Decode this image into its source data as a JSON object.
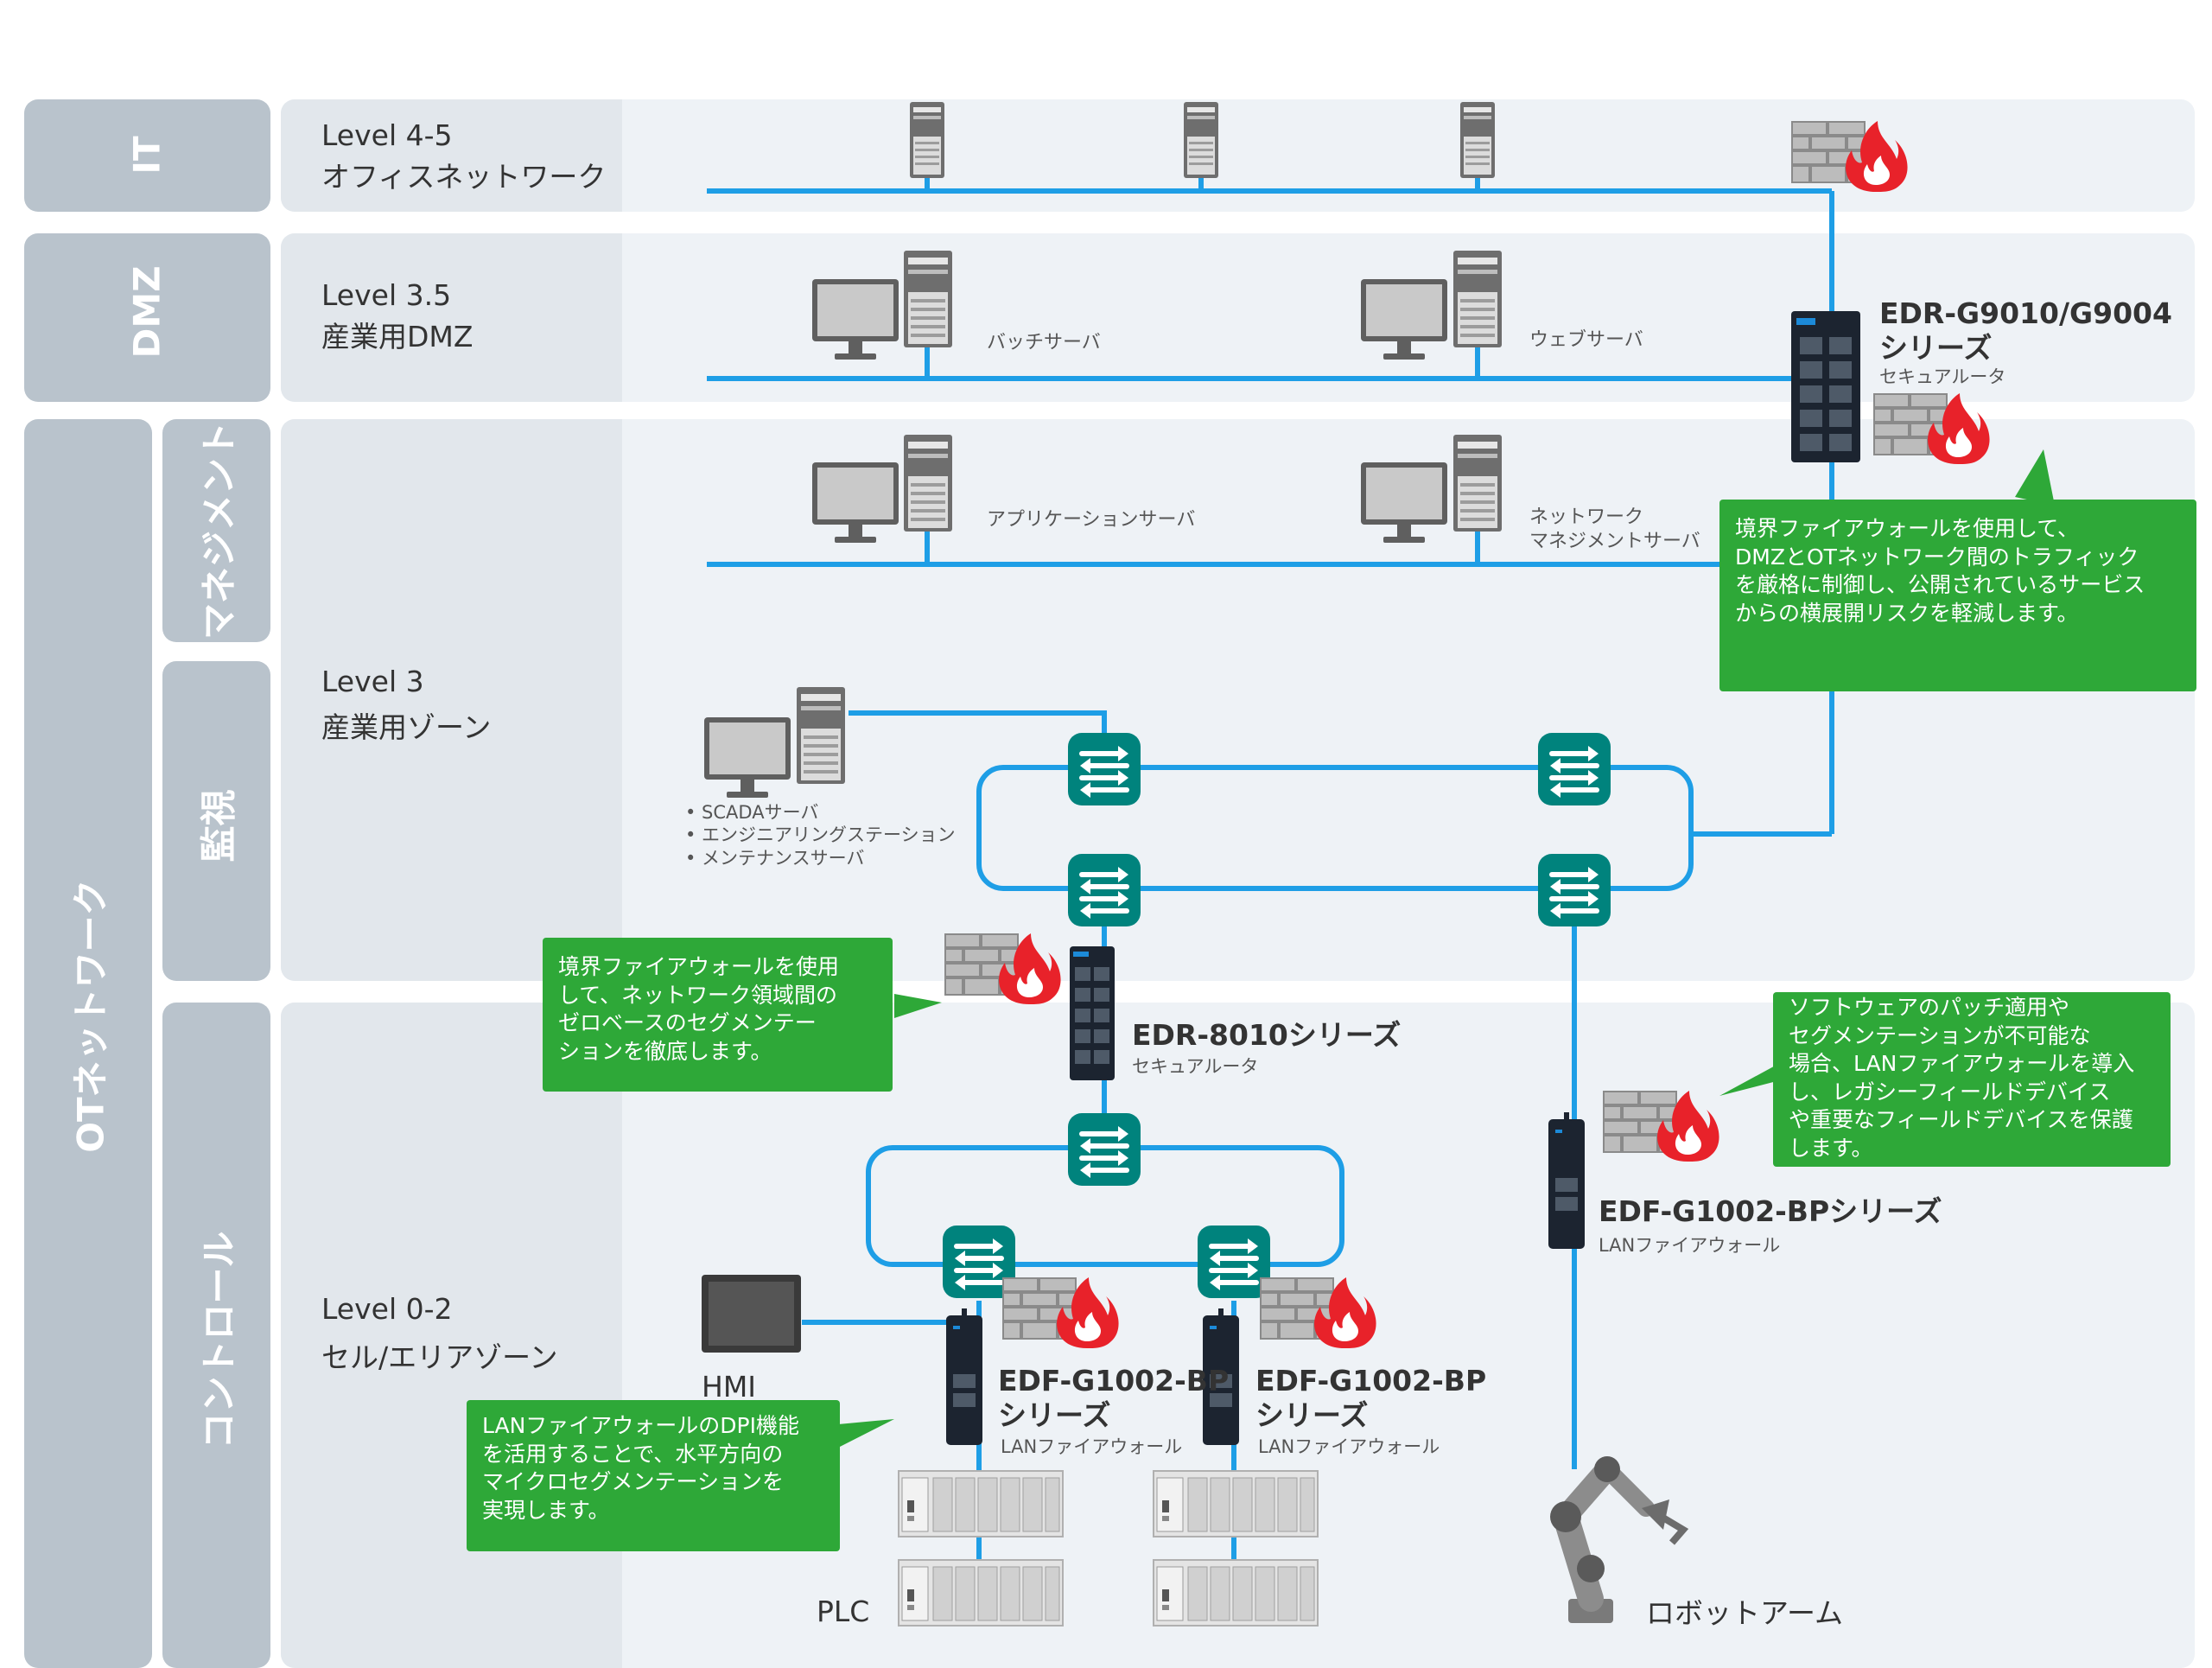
{
  "side": {
    "it": "IT",
    "dmz": "DMZ",
    "ot": "OTネットワーク",
    "management": "マネジメント",
    "monitoring": "監視",
    "control": "コントロール"
  },
  "levels": {
    "l45": {
      "line1": "Level 4-5",
      "line2": "オフィスネットワーク"
    },
    "l35": {
      "line1": "Level 3.5",
      "line2": "産業用DMZ"
    },
    "l3": {
      "line1": "Level 3",
      "line2": "産業用ゾーン"
    },
    "l02": {
      "line1": "Level 0-2",
      "line2": "セル/エリアゾーン"
    }
  },
  "servers": {
    "batch": "バッチサーバ",
    "web": "ウェブサーバ",
    "app": "アプリケーションサーバ",
    "netmgmt1": "ネットワーク",
    "netmgmt2": "マネジメントサーバ",
    "scada1": "• SCADAサーバ",
    "scada2": "• エンジニアリングステーション",
    "scada3": "• メンテナンスサーバ"
  },
  "devices": {
    "g9010": {
      "title1": "EDR-G9010/G9004",
      "title2": "シリーズ",
      "sub": "セキュアルータ"
    },
    "edr8010": {
      "title": "EDR-8010シリーズ",
      "sub": "セキュアルータ"
    },
    "edfRight": {
      "title": "EDF-G1002-BPシリーズ",
      "sub": "LANファイアウォール"
    },
    "edfA": {
      "title1": "EDF-G1002-BP",
      "title2": "シリーズ",
      "sub": "LANファイアウォール"
    },
    "edfB": {
      "title1": "EDF-G1002-BP",
      "title2": "シリーズ",
      "sub": "LANファイアウォール"
    }
  },
  "labels": {
    "hmi": "HMI",
    "plc": "PLC",
    "robot": "ロボットアーム"
  },
  "callouts": {
    "dmz": [
      "境界ファイアウォールを使用して、",
      "DMZとOTネットワーク間のトラフィック",
      "を厳格に制御し、公開されているサービス",
      "からの横展開リスクを軽減します。"
    ],
    "zone": [
      "境界ファイアウォールを使用",
      "して、ネットワーク領域間の",
      "ゼロベースのセグメンテー",
      "ションを徹底します。"
    ],
    "legacy": [
      "ソフトウェアのパッチ適用や",
      "セグメンテーションが不可能な",
      "場合、LANファイアウォールを導入",
      "し、レガシーフィールドデバイス",
      "や重要なフィールドデバイスを保護",
      "します。"
    ],
    "dpi": [
      "LANファイアウォールのDPI機能",
      "を活用することで、水平方向の",
      "マイクロセグメンテーションを",
      "実現します。"
    ]
  },
  "colors": {
    "line": "#1e9ee6",
    "switch": "#00837d",
    "callout": "#2ea838",
    "fire": "#e8222a",
    "sidebar": "#b9c3cc"
  }
}
